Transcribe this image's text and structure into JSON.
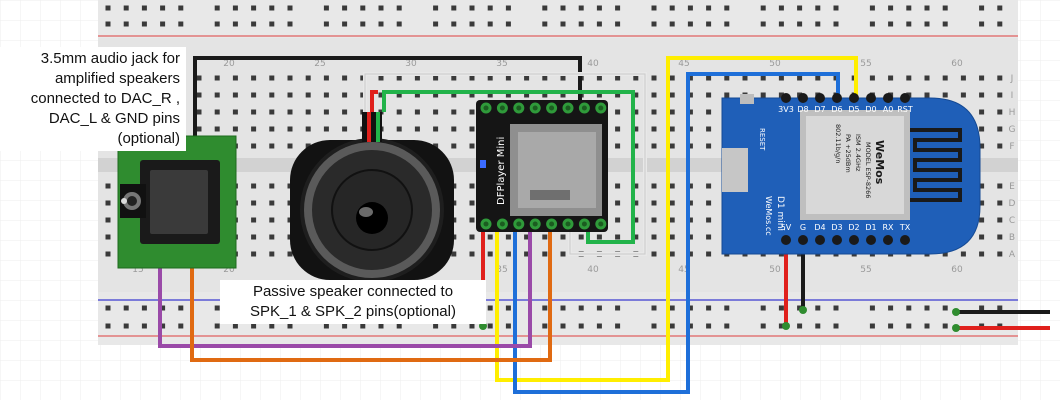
{
  "annotations": {
    "jack_note": "3.5mm audio jack for amplified speakers connected to DAC_R , DAC_L & GND pins (optional)",
    "speaker_note": "Passive speaker connected to SPK_1 & SPK_2 pins(optional)"
  },
  "dfplayer": {
    "label": "DFPlayer Mini"
  },
  "d1mini": {
    "top_pins": [
      "3V3",
      "D8",
      "D7",
      "D6",
      "D5",
      "D0",
      "A0",
      "RST"
    ],
    "bottom_pins": [
      "5V",
      "G",
      "D4",
      "D3",
      "D2",
      "D1",
      "RX",
      "TX"
    ],
    "reset_label": "RESET",
    "brand": "WeMos",
    "module_lines": [
      "MODEL ESP-8266",
      "ISM 2.4GHz",
      "PA +25dBm",
      "802.11b/g/n"
    ],
    "name": "D1 mini",
    "site": "WeMos.cc"
  },
  "breadboard": {
    "column_numbers": [
      "15",
      "20",
      "25",
      "30",
      "35",
      "40",
      "45",
      "50",
      "55",
      "60"
    ],
    "row_letters_top": [
      "J",
      "I",
      "H",
      "G",
      "F"
    ],
    "row_letters_bottom": [
      "E",
      "D",
      "C",
      "B",
      "A"
    ]
  },
  "colors": {
    "black_wire": "#1a1a1a",
    "white_wire": "#e8e8e8",
    "green_wire": "#22b34a",
    "red_wire": "#e0201c",
    "yellow_wire": "#ffee00",
    "blue_wire": "#1e6fd9",
    "purple_wire": "#9a4aa8",
    "orange_wire": "#e06a12",
    "breadboard": "#e4e4e4",
    "board_blue": "#1f5fb8",
    "pcb_green": "#2f8c2f"
  }
}
